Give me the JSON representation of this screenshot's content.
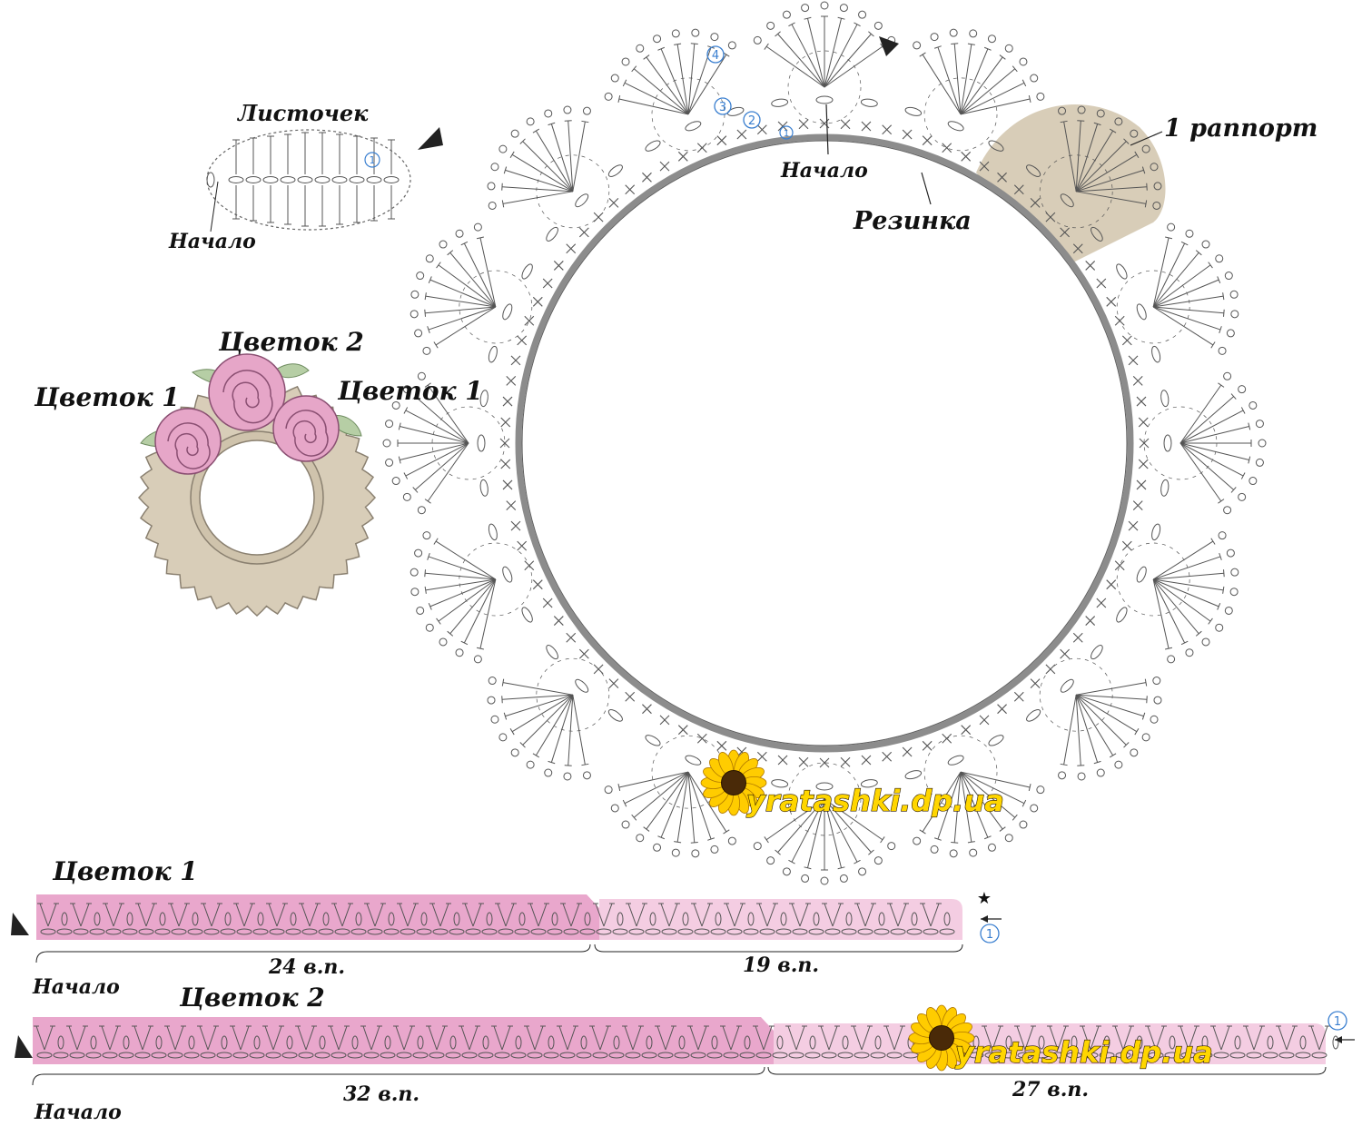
{
  "leaf": {
    "title": "Листочек",
    "start": "Начало",
    "row": "1"
  },
  "ring": {
    "rounds": [
      "1",
      "2",
      "3",
      "4"
    ],
    "start": "Начало",
    "elastic": "Резинка",
    "repeat": "1 раппорт"
  },
  "preview": {
    "flower2": "Цветок 2",
    "flower1_left": "Цветок 1",
    "flower1_right": "Цветок 1"
  },
  "strip1": {
    "title": "Цветок 1",
    "start": "Начало",
    "count_left": "24 в.п.",
    "count_right": "19 в.п.",
    "row": "1",
    "star": "★"
  },
  "strip2": {
    "title": "Цветок 2",
    "start": "Начало",
    "count_left": "32 в.п.",
    "count_right": "27 в.п.",
    "row": "1"
  },
  "watermark": "yratashki.dp.ua",
  "colors": {
    "pink_dark": "#e9a7cc",
    "pink_light": "#f4cde2",
    "beige": "#d8cdb8",
    "leaf_green": "#b6cea5",
    "ring_line": "#8c8c8c",
    "marker_blue": "#3a7fd0"
  }
}
